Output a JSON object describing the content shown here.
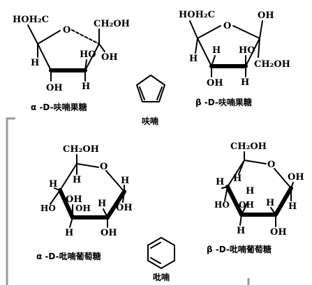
{
  "alpha_fructofuranose": {
    "hoh2c": "HOH₂C",
    "ring_o": "O",
    "ch2oh": "CH₂OH",
    "h_left": "H",
    "ho_right": "HO",
    "oh_right": "OH",
    "oh_bottom": "OH",
    "h_bottom": "H",
    "caption": "α -D-呋喃果糖"
  },
  "beta_fructofuranose": {
    "hoh2c": "HOH₂C",
    "ring_o": "O",
    "oh_top": "OH",
    "h_left": "H",
    "h_mid": "H",
    "ho_right": "HO",
    "ch2oh": "CH₂OH",
    "oh_bottom": "OH",
    "h_bottom": "H",
    "caption": "β -D-呋喃果糖"
  },
  "furan": {
    "caption": "呋喃"
  },
  "alpha_glucopyranose": {
    "ch2oh": "CH₂OH",
    "ring_o": "O",
    "h_top": "H",
    "h_left": "H",
    "oh_mid": "OH",
    "h_right": "H",
    "ho_left": "HO",
    "oh_left_in": "OH",
    "h_in": "H",
    "oh_right": "OH",
    "h_bottom": "H",
    "oh_bottom": "OH",
    "caption": "α -D-吡喃葡萄糖"
  },
  "beta_glucopyranose": {
    "ch2oh": "CH₂OH",
    "ring_o": "O",
    "h_top": "H",
    "oh_right": "OH",
    "h_left": "H",
    "h_mid": "H",
    "ho_left": "HO",
    "oh_in": "OH",
    "h_in": "H",
    "h_right": "H",
    "h_bottom": "H",
    "oh_bottom": "OH",
    "caption": "β -D-吡喃葡萄糖"
  },
  "pyran": {
    "caption": "吡喃"
  }
}
